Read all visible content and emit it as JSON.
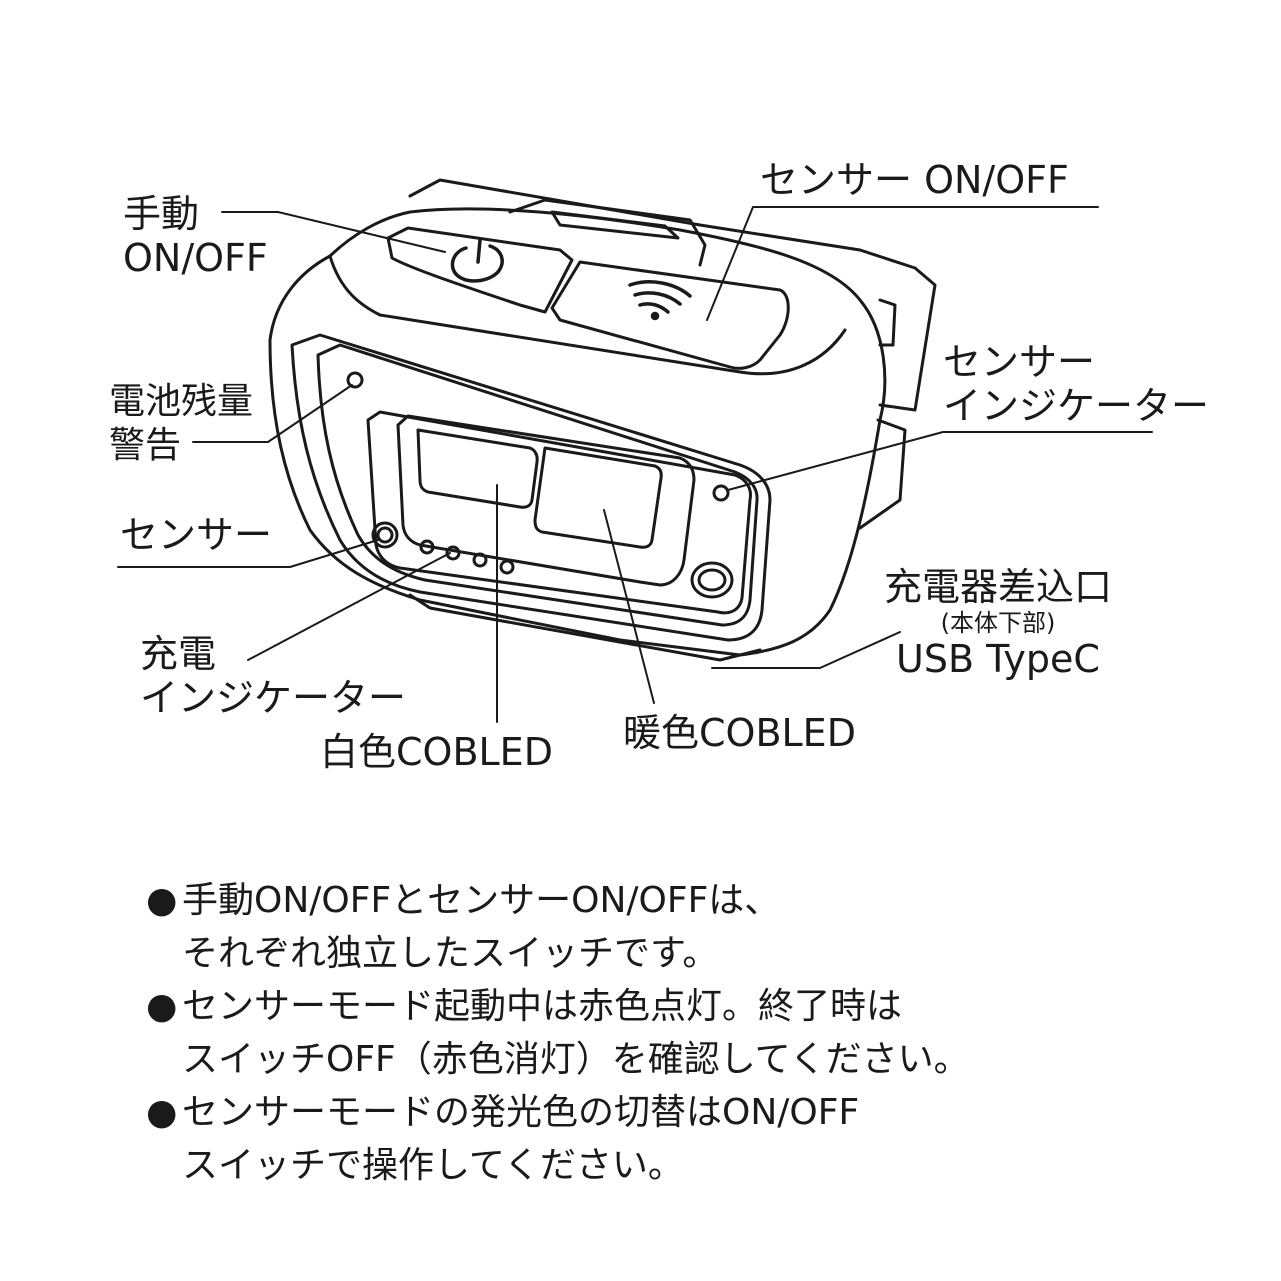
{
  "labels": {
    "manual_onoff": [
      "手動",
      "ON/OFF"
    ],
    "sensor_onoff": "センサー ON/OFF",
    "battery_warning": [
      "電池残量",
      "警告"
    ],
    "sensor_indicator": [
      "センサー",
      "インジケーター"
    ],
    "sensor": "センサー",
    "charger_port": [
      "充電器差込口",
      "(本体下部)",
      "USB TypeC"
    ],
    "charge_indicator": [
      "充電",
      "インジケーター"
    ],
    "white_cob": "白色COBLED",
    "warm_cob": "暖色COBLED"
  },
  "notes": {
    "bullet": "●",
    "items": [
      [
        "手動ON/OFFとセンサーON/OFFは、",
        "それぞれ独立したスイッチです。"
      ],
      [
        "センサーモード起動中は赤色点灯。終了時は",
        "スイッチOFF（赤色消灯）を確認してください。"
      ],
      [
        "センサーモードの発光色の切替はON/OFF",
        "スイッチで操作してください。"
      ]
    ]
  },
  "icons": {
    "power_button": "power-icon",
    "sensor_button": "wave-sensor-icon"
  }
}
